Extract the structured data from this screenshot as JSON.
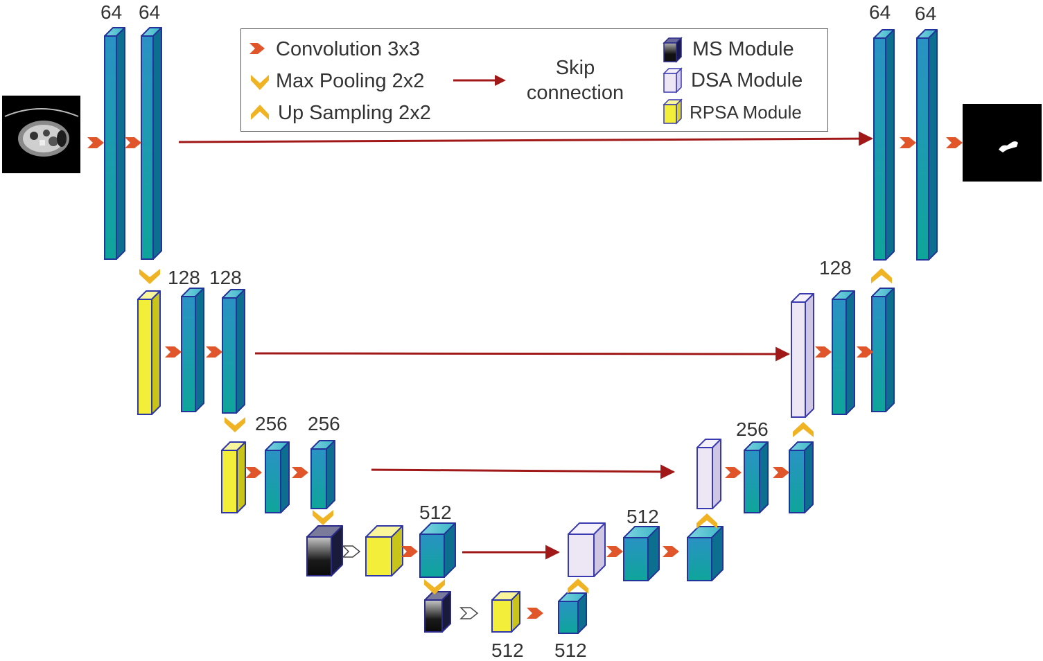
{
  "legend": {
    "conv": "Convolution 3x3",
    "maxpool": "Max Pooling 2x2",
    "upsample": "Up Sampling 2x2",
    "skip_line1": "Skip",
    "skip_line2": "connection",
    "ms": "MS Module",
    "dsa": "DSA Module",
    "rpsa": "RPSA Module"
  },
  "colors": {
    "conv_block": "#1a9aa6",
    "ms_block": "#111111",
    "dsa_block": "#ece6f5",
    "rpsa_block": "#f2ee3a",
    "skip_arrow": "#a01818",
    "conv_arrow": "#e0552a",
    "pool_arrow": "#f0b323"
  },
  "icons": {
    "input": "ct-scan-image",
    "output": "segmentation-mask-image"
  },
  "channels": {
    "enc1_a": "64",
    "enc1_b": "64",
    "dec1_a": "64",
    "dec1_b": "64",
    "enc2_a": "128",
    "enc2_b": "128",
    "dec2": "128",
    "enc3_a": "256",
    "enc3_b": "256",
    "dec3": "256",
    "enc4": "512",
    "dec4": "512",
    "bottom_a": "512",
    "bottom_b": "512"
  }
}
